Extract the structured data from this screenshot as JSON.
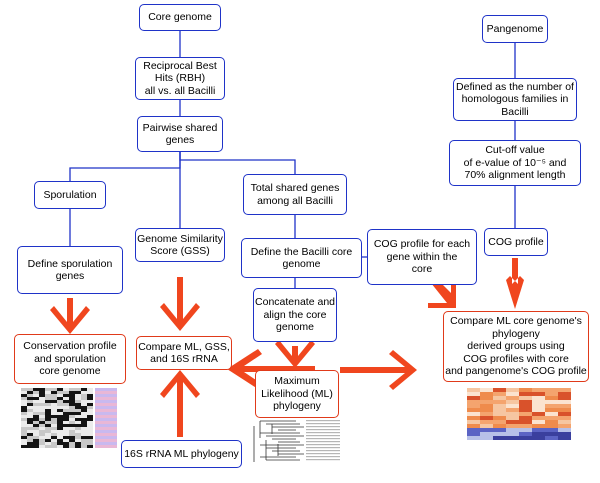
{
  "boxes": {
    "core_genome": {
      "lines": [
        "Core genome"
      ]
    },
    "rbh": {
      "lines": [
        "Reciprocal Best",
        "Hits (RBH)",
        "all vs. all Bacilli"
      ]
    },
    "pairwise": {
      "lines": [
        "Pairwise shared",
        "genes"
      ]
    },
    "sporulation": {
      "lines": [
        "Sporulation"
      ]
    },
    "define_sporulation": {
      "lines": [
        "Define sporulation",
        "genes"
      ]
    },
    "conservation": {
      "lines": [
        "Conservation profile",
        "and sporulation",
        "core genome"
      ]
    },
    "gss": {
      "lines": [
        "Genome Similarity",
        "Score (GSS)"
      ]
    },
    "compare_ml_gss": {
      "lines": [
        "Compare ML, GSS,",
        "and 16S rRNA"
      ]
    },
    "rrna_phylogeny": {
      "lines": [
        "16S rRNA ML phylogeny"
      ]
    },
    "total_shared": {
      "lines": [
        "Total shared genes",
        "among all Bacilli"
      ]
    },
    "define_core": {
      "lines": [
        "Define the Bacilli core",
        "genome"
      ]
    },
    "concatenate": {
      "lines": [
        "Concatenate and",
        "align the core",
        "genome"
      ]
    },
    "ml_phylogeny": {
      "lines": [
        "Maximum",
        "Likelihood (ML)",
        "phylogeny"
      ]
    },
    "cog_each_gene": {
      "lines": [
        "COG profile for each",
        "gene within the",
        "core"
      ]
    },
    "pangenome": {
      "lines": [
        "Pangenome"
      ]
    },
    "defined_as": {
      "lines": [
        "Defined as the number of",
        "homologous families in",
        "Bacilli"
      ]
    },
    "cutoff": {
      "lines": [
        "Cut-off value",
        "of e-value of 10⁻⁵ and",
        "70% alignment length"
      ]
    },
    "cog_profile": {
      "lines": [
        "COG profile"
      ]
    },
    "compare_cog": {
      "lines": [
        "Compare ML core genome's",
        "phylogeny",
        "derived groups using",
        "COG profiles with core",
        "and pangenome's COG profile"
      ]
    }
  },
  "colors": {
    "box_border": "#1f33c8",
    "output_border": "#e03a1a",
    "connector": "#1f33c8",
    "arrow": "#f0461e"
  }
}
